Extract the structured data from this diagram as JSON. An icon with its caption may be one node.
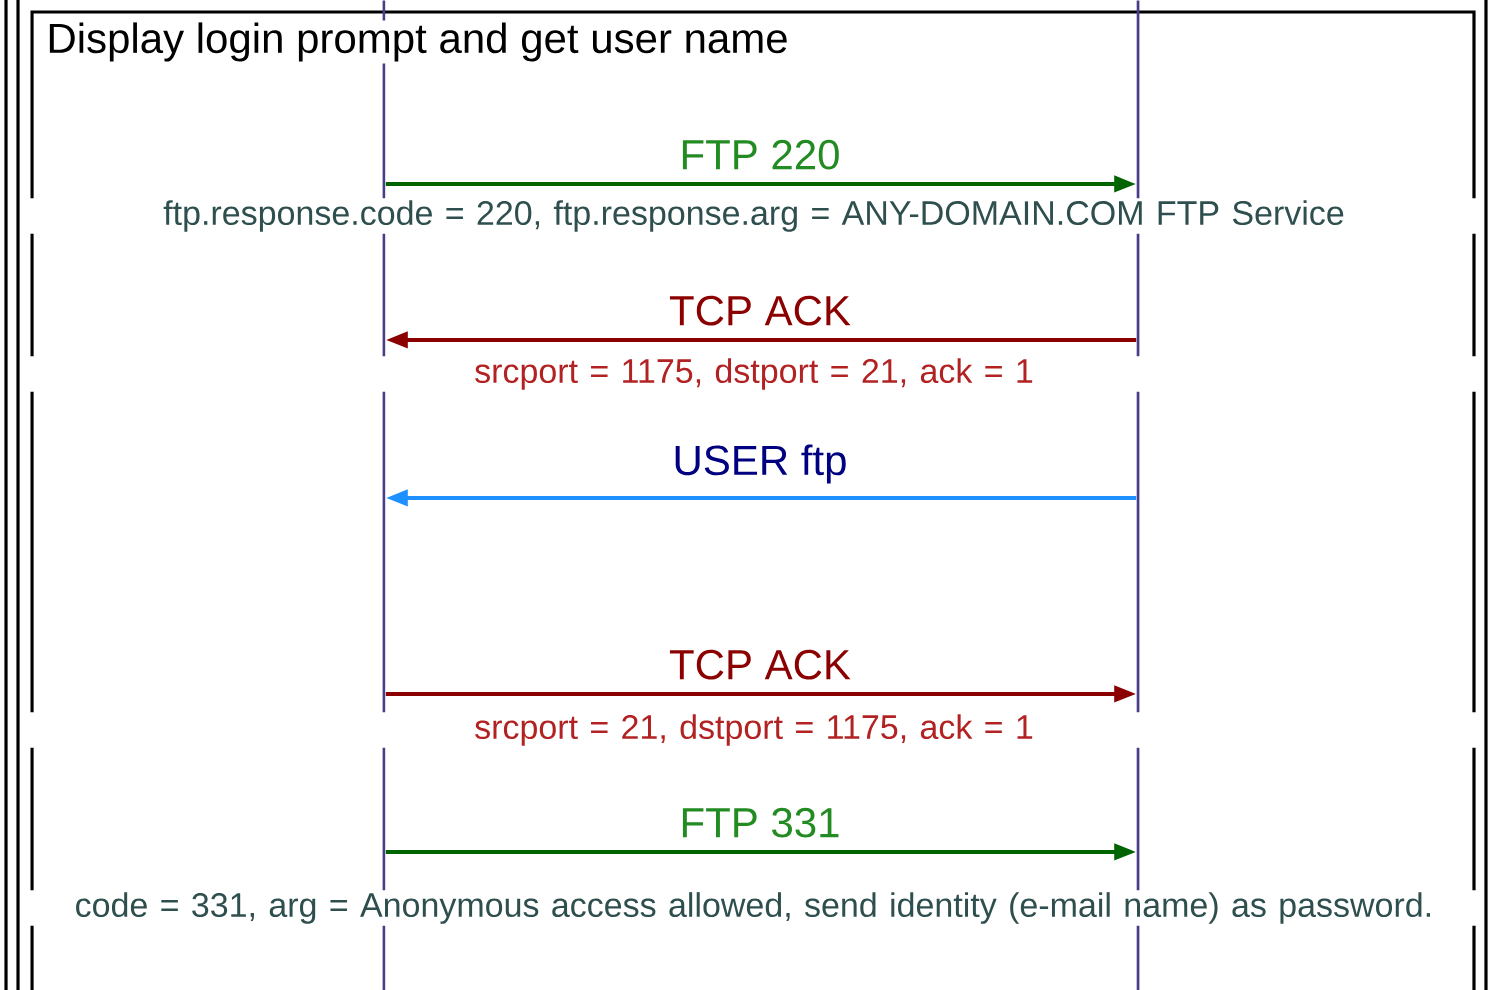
{
  "diagram": {
    "title": "Display login prompt and get user name",
    "nodes": [
      {
        "text": [],
        "shape": "bar"
      },
      {
        "text": [],
        "shape": "bar"
      }
    ],
    "edges": [
      {
        "from": 0,
        "to": 1,
        "arrow": "to",
        "label": "FTP 220",
        "color": "#006400"
      },
      {
        "from": 1,
        "to": 0,
        "arrow": "to",
        "label": "TCP ACK",
        "color": "#8b0000"
      },
      {
        "from": 1,
        "to": 0,
        "arrow": "to",
        "label": "USER ftp",
        "color": "#1e90ff"
      },
      {
        "from": 0,
        "to": 1,
        "arrow": "to",
        "label": "TCP ACK",
        "color": "#8b0000"
      },
      {
        "from": 0,
        "to": 1,
        "arrow": "to",
        "label": "FTP 331",
        "color": "#006400"
      }
    ],
    "labels": [
      "ftp.response.code = 220, ftp.response.arg = ANY-DOMAIN.COM FTP Service",
      "srcport = 1175, dstport = 21, ack = 1",
      "srcport = 21, dstport = 1175, ack = 1",
      "code = 331, arg = Anonymous access allowed, send identity (e-mail name) as password."
    ]
  }
}
